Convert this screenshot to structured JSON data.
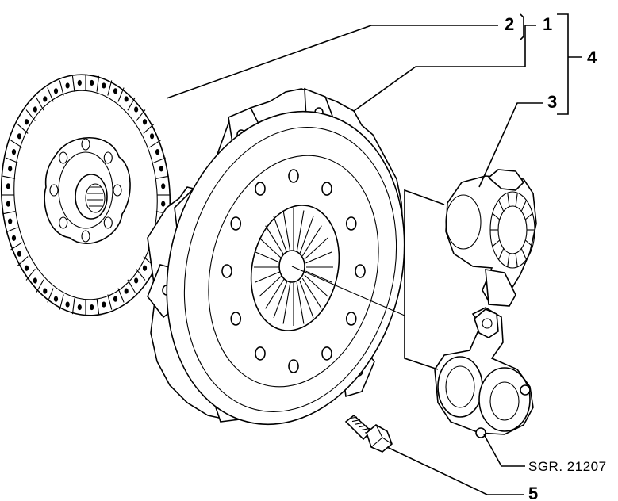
{
  "callouts": {
    "c1": "1",
    "c2": "2",
    "c3": "3",
    "c4": "4",
    "c5": "5"
  },
  "reference": "SGR. 21207",
  "parts": [
    {
      "id": "clutch-disc",
      "icon": "clutch-disc"
    },
    {
      "id": "pressure-plate",
      "icon": "pressure-plate"
    },
    {
      "id": "release-bearing",
      "icon": "release-bearing"
    },
    {
      "id": "slave-cylinder",
      "icon": "hydraulic-release-bearing"
    },
    {
      "id": "bolt",
      "icon": "flange-bolt"
    }
  ]
}
